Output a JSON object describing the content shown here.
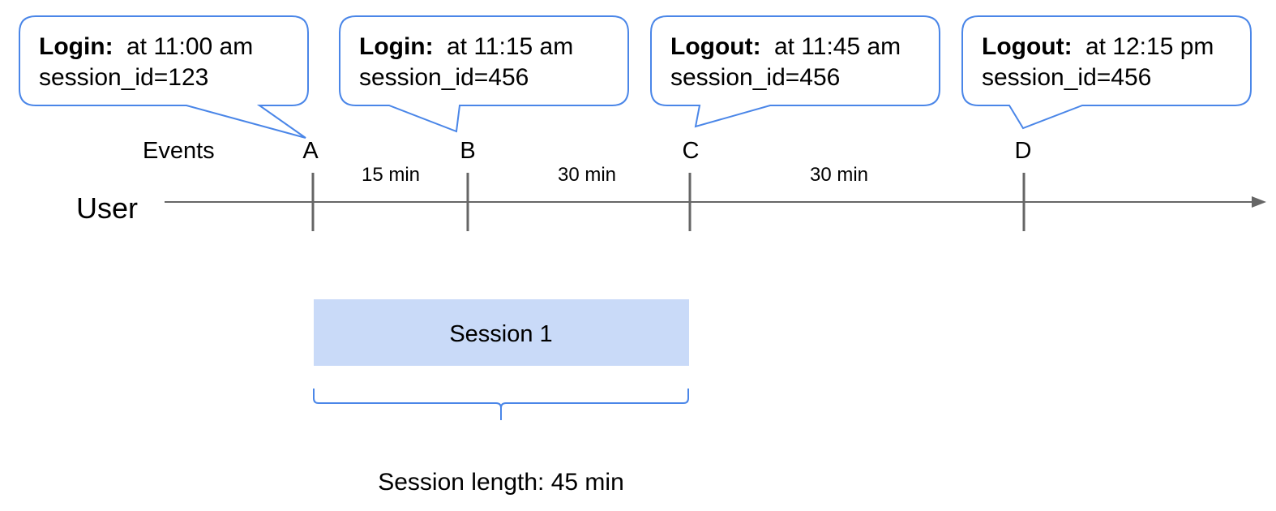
{
  "callouts": [
    {
      "title": "Login:",
      "time": "at 11:00 am",
      "session": "session_id=123"
    },
    {
      "title": "Login:",
      "time": "at 11:15 am",
      "session": "session_id=456"
    },
    {
      "title": "Logout:",
      "time": "at 11:45 am",
      "session": "session_id=456"
    },
    {
      "title": "Logout:",
      "time": "at 12:15 pm",
      "session": "session_id=456"
    }
  ],
  "events_label": "Events",
  "user_label": "User",
  "markers": [
    "A",
    "B",
    "C",
    "D"
  ],
  "intervals": [
    "15 min",
    "30 min",
    "30 min"
  ],
  "session_box_label": "Session 1",
  "session_length_label": "Session length: 45 min",
  "colors": {
    "callout_stroke": "#4a86e8",
    "axis": "#666666",
    "session_fill": "#c9daf8",
    "brace": "#4a86e8"
  }
}
